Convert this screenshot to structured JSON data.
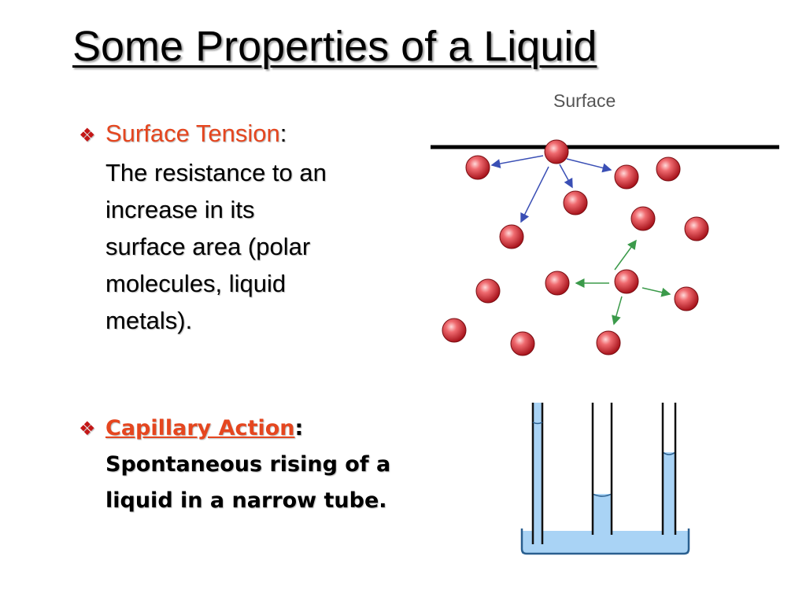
{
  "slide": {
    "title": "Some Properties of a Liquid",
    "bullet1": {
      "marker": "❖",
      "term": "Surface Tension",
      "colon": ":",
      "lines": [
        "The resistance to an",
        "increase in its",
        "surface area (polar",
        "molecules, liquid",
        "metals)."
      ]
    },
    "bullet2": {
      "marker": "❖",
      "term": "Capillary Action",
      "colon": ":",
      "lines": [
        "Spontaneous rising of a",
        "liquid in a narrow tube."
      ]
    }
  },
  "diagram": {
    "surface_label": "Surface",
    "colors": {
      "molecule": "#d8323a",
      "surface_arrow": "#3a4fb5",
      "interior_arrow": "#3b9a4a",
      "water": "#a9d3f5",
      "water_edge": "#2a5f8f"
    }
  }
}
